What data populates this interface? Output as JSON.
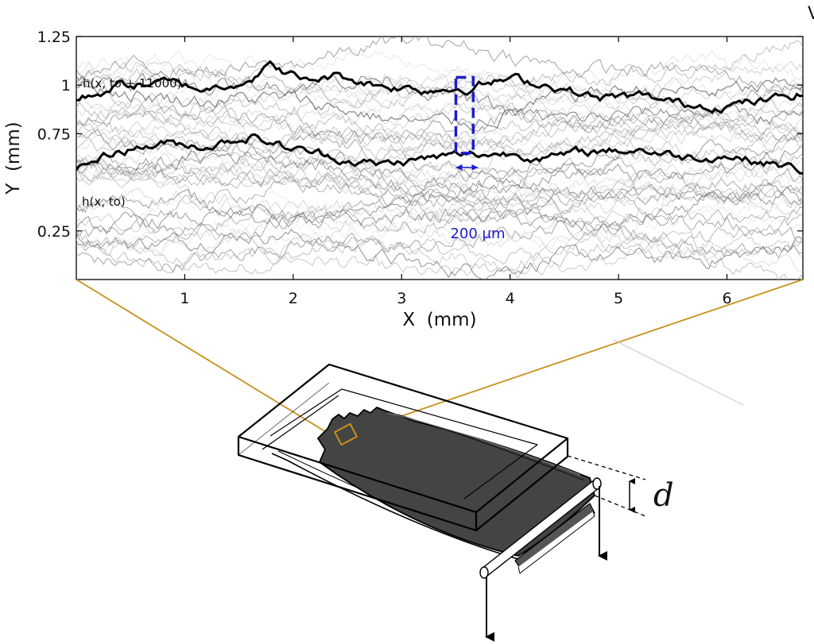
{
  "chart_data": {
    "type": "line",
    "xlabel": "X  (mm)",
    "ylabel": "Y  (mm)",
    "xlim": [
      0,
      6.7
    ],
    "ylim": [
      0,
      1.25
    ],
    "x_ticks": [
      1,
      2,
      3,
      4,
      5,
      6
    ],
    "y_ticks": [
      0.25,
      0.75,
      1,
      1.25
    ],
    "y_tick_labels": [
      "0.25",
      "0.75",
      "1",
      "1.25"
    ],
    "grid": false,
    "background_trace_count": 45,
    "series": [
      {
        "name": "h(x, to + 11000)",
        "color": "#000000",
        "x": [
          0,
          0.4,
          0.8,
          1.2,
          1.6,
          1.8,
          2.1,
          2.4,
          2.8,
          3.2,
          3.6,
          4.0,
          4.4,
          4.8,
          5.2,
          5.6,
          6.0,
          6.4,
          6.7
        ],
        "y": [
          0.92,
          1.0,
          1.01,
          0.98,
          1.04,
          1.1,
          1.02,
          1.05,
          1.0,
          0.98,
          0.99,
          1.03,
          1.0,
          0.93,
          0.94,
          0.9,
          0.9,
          0.92,
          0.96
        ]
      },
      {
        "name": "h(x, to)",
        "color": "#000000",
        "x": [
          0,
          0.4,
          0.8,
          1.2,
          1.6,
          2.0,
          2.4,
          2.8,
          3.2,
          3.6,
          4.0,
          4.4,
          4.8,
          5.2,
          5.6,
          6.0,
          6.4,
          6.7
        ],
        "y": [
          0.57,
          0.67,
          0.7,
          0.69,
          0.74,
          0.67,
          0.63,
          0.59,
          0.62,
          0.64,
          0.65,
          0.63,
          0.66,
          0.67,
          0.63,
          0.64,
          0.6,
          0.56
        ]
      }
    ],
    "annotations": {
      "top_curve_label": "h(x, to + 11000)",
      "bottom_curve_label": "h(x, to)",
      "scale_bar_label": "200 μm",
      "scale_box_x": [
        3.5,
        3.66
      ],
      "scale_box_y": [
        0.65,
        1.04
      ]
    },
    "colors": {
      "traces": "#000000",
      "scale": "#1c1ccc",
      "zoom": "#c8901a"
    }
  },
  "schematic": {
    "label_d": "d"
  },
  "corner_fragment": "V"
}
